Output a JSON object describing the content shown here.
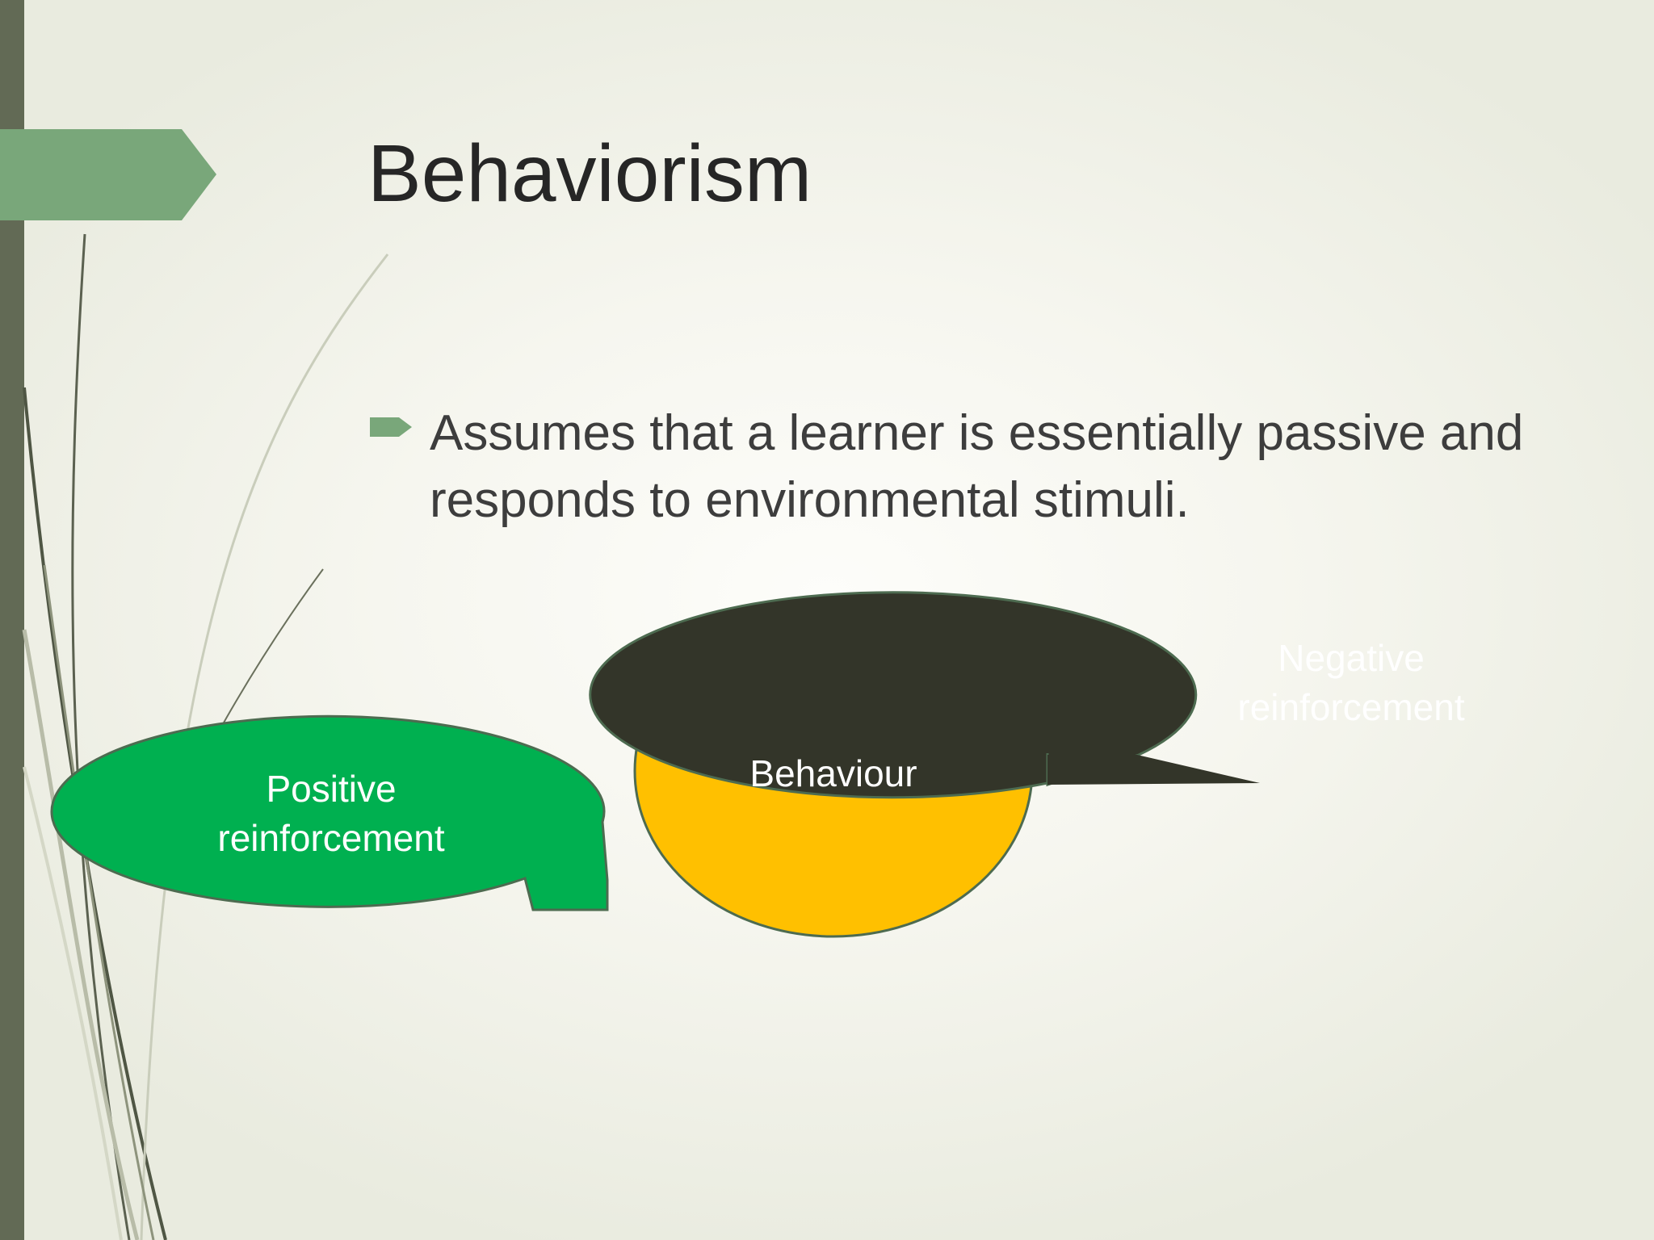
{
  "slide": {
    "title": "Behaviorism",
    "bullet": "Assumes that a learner is essentially passive and responds to environmental stimuli."
  },
  "diagram": {
    "positive": "Positive reinforcement",
    "behaviour": "Behaviour",
    "negative": "Negative reinforcement"
  },
  "colors": {
    "accent_green": "#79a77a",
    "bar_dark": "#626a55",
    "positive_fill": "#00b050",
    "behaviour_fill": "#ffc000",
    "negative_fill": "#333529",
    "outline": "#4d6b50"
  }
}
